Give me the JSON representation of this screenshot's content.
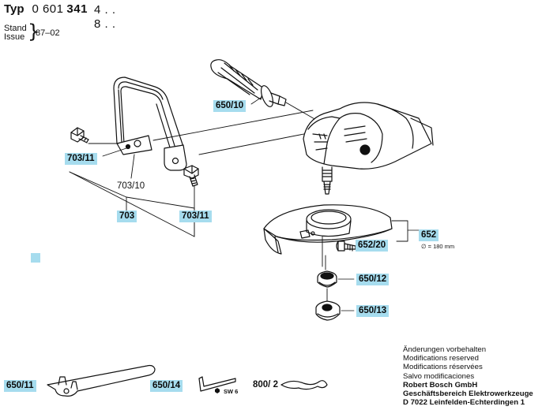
{
  "header": {
    "typ_label": "Typ",
    "typ_prefix": "0 601",
    "typ_bold": "341",
    "variants": [
      "4 . .",
      "8 . ."
    ],
    "stand_label": "Stand",
    "issue_label": "Issue",
    "date": "87–02"
  },
  "parts": {
    "handle": "650/10",
    "bracket_screw_left": "703/11",
    "bracket": "703/10",
    "bracket_set": "703",
    "bracket_screw_right": "703/11",
    "guard": "652",
    "guard_diameter": "∅ = 180 mm",
    "guard_screw": "652/20",
    "flange": "650/12",
    "nut": "650/13",
    "spanner": "650/11",
    "hex_key": "650/14",
    "hex_key_size": "SW 6",
    "clip": "800/ 2"
  },
  "legal": {
    "lines": [
      "Änderungen vorbehalten",
      "Modifications reserved",
      "Modifications réservées",
      "Salvo modificaciones"
    ],
    "company_lines": [
      "Robert Bosch GmbH",
      "Geschäftsbereich Elektrowerkzeuge",
      "D 7022 Leinfelden-Echterdingen 1"
    ]
  }
}
